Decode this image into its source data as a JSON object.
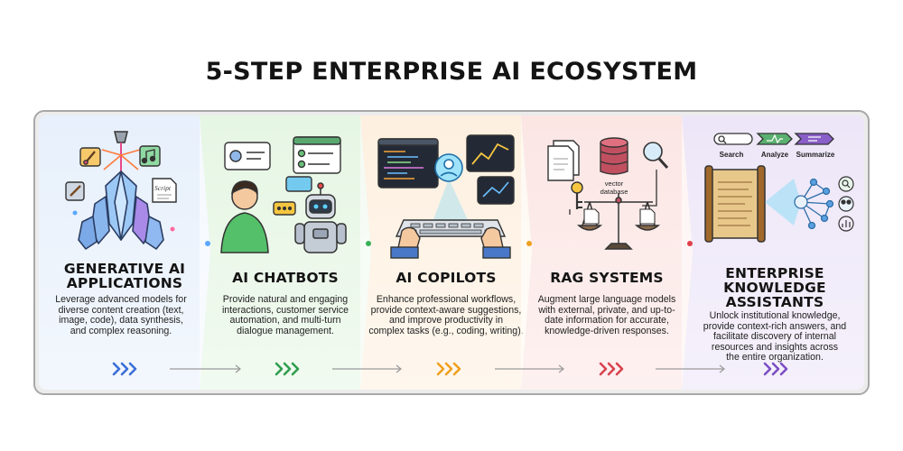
{
  "title": "5-STEP ENTERPRISE AI ECOSYSTEM",
  "steps": [
    {
      "title_lines": [
        "GENERATIVE AI",
        "APPLICATIONS"
      ],
      "desc_lines": [
        "Leverage advanced models for",
        "diverse content creation (text,",
        "image, code), data synthesis,",
        "and complex reasoning."
      ],
      "icon_label": "Script",
      "accent": "#3b6fd8"
    },
    {
      "title_lines": [
        "AI CHATBOTS"
      ],
      "desc_lines": [
        "Provide natural and engaging",
        "interactions, customer service",
        "automation, and multi-turn",
        "dialogue management."
      ],
      "accent": "#2e9e4f"
    },
    {
      "title_lines": [
        "AI COPILOTS"
      ],
      "desc_lines": [
        "Enhance professional workflows,",
        "provide context-aware suggestions,",
        "and improve productivity in",
        "complex tasks (e.g., coding, writing)."
      ],
      "accent": "#f0a020"
    },
    {
      "title_lines": [
        "RAG SYSTEMS"
      ],
      "desc_lines": [
        "Augment large language models",
        "with external, private, and up-to-",
        "date information for accurate,",
        "knowledge-driven responses."
      ],
      "icon_label_lines": [
        "vector",
        "database"
      ],
      "accent": "#d8434e"
    },
    {
      "title_lines": [
        "ENTERPRISE",
        "KNOWLEDGE",
        "ASSISTANTS"
      ],
      "desc_lines": [
        "Unlock institutional knowledge,",
        "provide context-rich answers, and",
        "facilitate discovery of internal",
        "resources and insights across",
        "the entire organization."
      ],
      "pipeline_labels": [
        "Search",
        "Analyze",
        "Summarize"
      ],
      "accent": "#7b4fc4"
    }
  ]
}
